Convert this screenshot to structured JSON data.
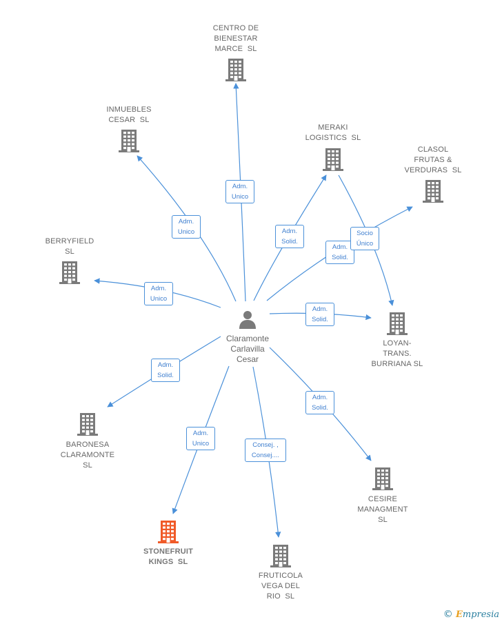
{
  "diagram": {
    "center": {
      "name": "Claramonte\nCarlavilla\nCesar",
      "icon": "person-icon"
    },
    "companies": [
      {
        "id": "centro",
        "name": "CENTRO DE\nBIENESTAR\nMARCE  SL",
        "icon": "building-icon"
      },
      {
        "id": "inmuebles",
        "name": "INMUEBLES\nCESAR  SL",
        "icon": "building-icon"
      },
      {
        "id": "meraki",
        "name": "MERAKI\nLOGISTICS  SL",
        "icon": "building-icon"
      },
      {
        "id": "clasol",
        "name": "CLASOL\nFRUTAS &\nVERDURAS  SL",
        "icon": "building-icon"
      },
      {
        "id": "berryfield",
        "name": "BERRYFIELD\nSL",
        "icon": "building-icon"
      },
      {
        "id": "loyan",
        "name": "LOYAN-\nTRANS.\nBURRIANA SL",
        "icon": "building-icon"
      },
      {
        "id": "baronesa",
        "name": "BARONESA\nCLARAMONTE\nSL",
        "icon": "building-icon"
      },
      {
        "id": "cesire",
        "name": "CESIRE\nMANAGMENT\nSL",
        "icon": "building-icon"
      },
      {
        "id": "stonefruit",
        "name": "STONEFRUIT\nKINGS  SL",
        "icon": "building-icon",
        "highlight": true
      },
      {
        "id": "fruticola",
        "name": "FRUTICOLA\nVEGA DEL\nRIO  SL",
        "icon": "building-icon"
      }
    ],
    "relations": [
      {
        "to": "centro",
        "label": "Adm.\nUnico"
      },
      {
        "to": "inmuebles",
        "label": "Adm.\nUnico"
      },
      {
        "to": "meraki",
        "label": "Adm.\nSolid."
      },
      {
        "to": "clasol",
        "label": "Adm.\nSolid."
      },
      {
        "to": "berryfield",
        "label": "Adm.\nUnico"
      },
      {
        "to": "loyan",
        "label": "Adm.\nSolid."
      },
      {
        "to": "baronesa",
        "label": "Adm.\nSolid."
      },
      {
        "to": "cesire",
        "label": "Adm.\nSolid."
      },
      {
        "to": "stonefruit",
        "label": "Adm.\nUnico"
      },
      {
        "to": "fruticola",
        "label": "Consej. ,\nConsej...."
      },
      {
        "from": "meraki",
        "to": "loyan",
        "label": "Socio\nÚnico"
      }
    ],
    "colors": {
      "edge": "#4a90d9",
      "node_icon": "#7a7a7a",
      "highlight_icon": "#f05a28",
      "label_text": "#666666"
    }
  },
  "footer": {
    "copyright_symbol": "©",
    "brand_initial": "E",
    "brand_rest": "mpresia"
  }
}
